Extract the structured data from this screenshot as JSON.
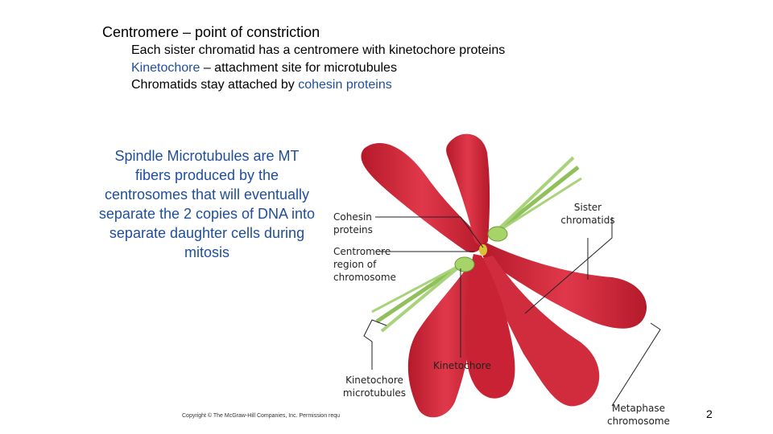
{
  "slide": {
    "title": "Centromere – point of constriction",
    "bullets": {
      "line1": "Each sister chromatid has a centromere with kinetochore proteins",
      "line2_term": "Kinetochore",
      "line2_rest": " – attachment site for microtubules",
      "line3_pre": "Chromatids stay attached by ",
      "line3_term": "cohesin proteins"
    },
    "spindle_text": "Spindle Microtubules are MT fibers produced by the centrosomes that will eventually separate the 2 copies of DNA into separate daughter cells during mitosis",
    "page_number": "2"
  },
  "figure": {
    "labels": {
      "cohesin_1": "Cohesin",
      "cohesin_2": "proteins",
      "centromere_1": "Centromere",
      "centromere_2": "region of",
      "centromere_3": "chromosome",
      "sister_1": "Sister",
      "sister_2": "chromatids",
      "kinetochore": "Kinetochore",
      "kmt_1": "Kinetochore",
      "kmt_2": "microtubules",
      "metaphase_1": "Metaphase",
      "metaphase_2": "chromosome"
    },
    "copyright": "Copyright © The McGraw-Hill Companies, Inc. Permission requ",
    "colors": {
      "chromosome": "#d8283a",
      "chromosome_dark": "#a8121f",
      "microtubule": "#9ccc66",
      "kinetochore": "#a6d468",
      "cohesin": "#d9c23a"
    }
  }
}
